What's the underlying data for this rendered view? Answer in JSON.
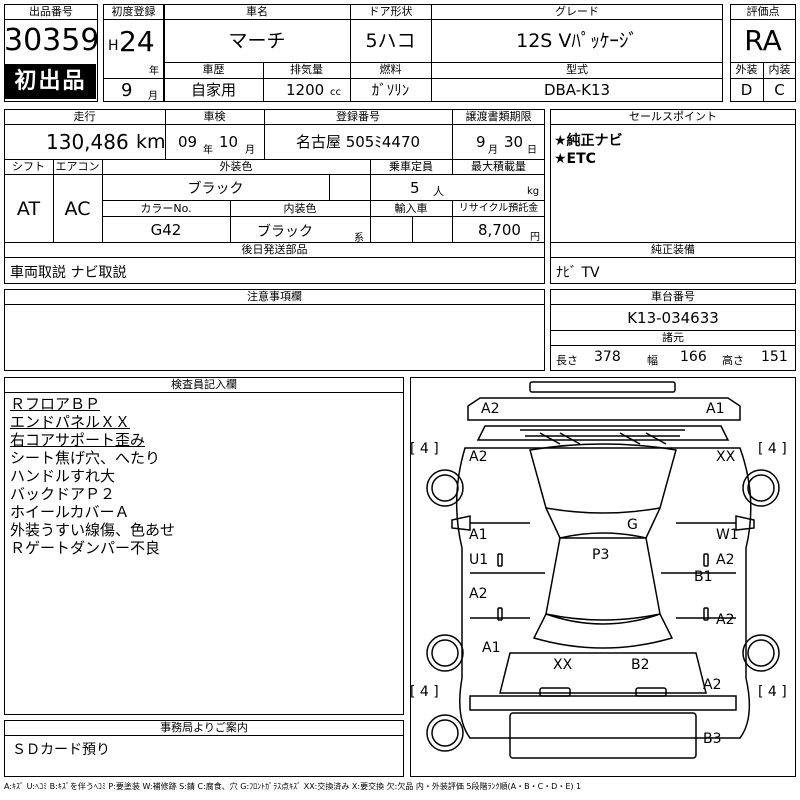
{
  "header": {
    "listing_no_label": "出品番号",
    "listing_no": "30359",
    "first_listing": "初出品",
    "first_reg_label": "初度登録",
    "era": "H",
    "year_num": "24",
    "year_unit": "年",
    "month_num": "9",
    "month_unit": "月",
    "car_name_label": "車名",
    "car_name": "マーチ",
    "door_label": "ドア形状",
    "door": "5ハコ",
    "grade_label": "グレード",
    "grade": "12S Vﾊﾟｯｹｰｼﾞ",
    "eval_label": "評価点",
    "eval": "RA",
    "history_label": "車歴",
    "history": "自家用",
    "disp_label": "排気量",
    "disp": "1200",
    "disp_unit": "cc",
    "fuel_label": "燃料",
    "fuel": "ｶﾞｿﾘﾝ",
    "model_label": "型式",
    "model": "DBA-K13",
    "ext_label": "外装",
    "ext": "D",
    "int_label": "内装",
    "int": "C"
  },
  "row2": {
    "mileage_label": "走行",
    "mileage": "130,486",
    "mileage_unit": "km",
    "inspection_label": "車検",
    "insp_year": "09",
    "insp_year_unit": "年",
    "insp_month": "10",
    "insp_month_unit": "月",
    "reg_label": "登録番号",
    "reg": "名古屋 505ﾐ4470",
    "deadline_label": "譲渡書類期限",
    "deadline_month": "9",
    "deadline_month_unit": "月",
    "deadline_day": "30",
    "deadline_day_unit": "日",
    "sales_label": "セールスポイント",
    "sales_points": [
      "★純正ナビ",
      "★ETC"
    ]
  },
  "row3": {
    "shift_label": "シフト",
    "shift": "AT",
    "ac_label": "エアコン",
    "ac": "AC",
    "ext_color_label": "外装色",
    "ext_color": "ブラック",
    "capacity_label": "乗車定員",
    "capacity": "5",
    "capacity_unit": "人",
    "max_load_label": "最大積載量",
    "max_load_unit": "kg",
    "color_no_label": "カラーNo.",
    "color_no": "G42",
    "int_color_label": "内装色",
    "int_color": "ブラック",
    "int_color_unit": "系",
    "import_label": "輸入車",
    "recycle_label": "リサイクル預託金",
    "recycle": "8,700",
    "recycle_unit": "円"
  },
  "later_parts": {
    "label": "後日発送部品",
    "value": "車両取説 ナビ取説"
  },
  "genuine": {
    "label": "純正装備",
    "value": "ﾅﾋﾞ TV"
  },
  "caution": {
    "label": "注意事項欄"
  },
  "chassis": {
    "label": "車台番号",
    "value": "K13-034633",
    "specs_label": "諸元",
    "length_label": "長さ",
    "length": "378",
    "width_label": "幅",
    "width": "166",
    "height_label": "高さ",
    "height": "151"
  },
  "inspector": {
    "label": "検査員記入欄",
    "notes": [
      "ＲフロアＢＰ",
      "エンドパネルＸＸ",
      "右コアサポート歪み",
      "シート焦げ穴、へたり",
      "ハンドルすれ大",
      "バックドアＰ２",
      "ホイールカバーＡ",
      "外装うすい線傷、色あせ",
      "Ｒゲートダンパー不良"
    ]
  },
  "office": {
    "label": "事務局よりご案内",
    "value": "ＳＤカード預り"
  },
  "diagram": {
    "tire_marks": [
      "[ 4 ]",
      "[ 4 ]",
      "[ 4 ]",
      "[ 4 ]"
    ],
    "marks": {
      "front_left": "A2",
      "front_right": "A1",
      "fender_left": "A2",
      "fender_right": "XX",
      "door_fl_1": "A1",
      "door_fl_2": "U1",
      "door_fr_1": "W1",
      "door_fr_2": "A2",
      "roof_g": "G",
      "roof_p": "P3",
      "pillar_right": "B1",
      "door_rl": "A2",
      "door_rr": "A2",
      "quarter_left": "A1",
      "rear_xx": "XX",
      "rear_b2": "B2",
      "quarter_right": "A2",
      "bumper_rear": "B3"
    }
  },
  "footer": {
    "legend": "A:ｷｽﾞ U:ﾍｺﾐ B:ｷｽﾞを伴うﾍｺﾐ P:要塗装 W:補修跡 S:錆 C:腐食、穴 G:ﾌﾛﾝﾄｶﾞﾗｽ点ｷｽﾞ XX:交換済み X:要交換 欠:欠品 内・外装評価 5段階ﾗﾝｸ順(A・B・C・D・E) 1"
  }
}
